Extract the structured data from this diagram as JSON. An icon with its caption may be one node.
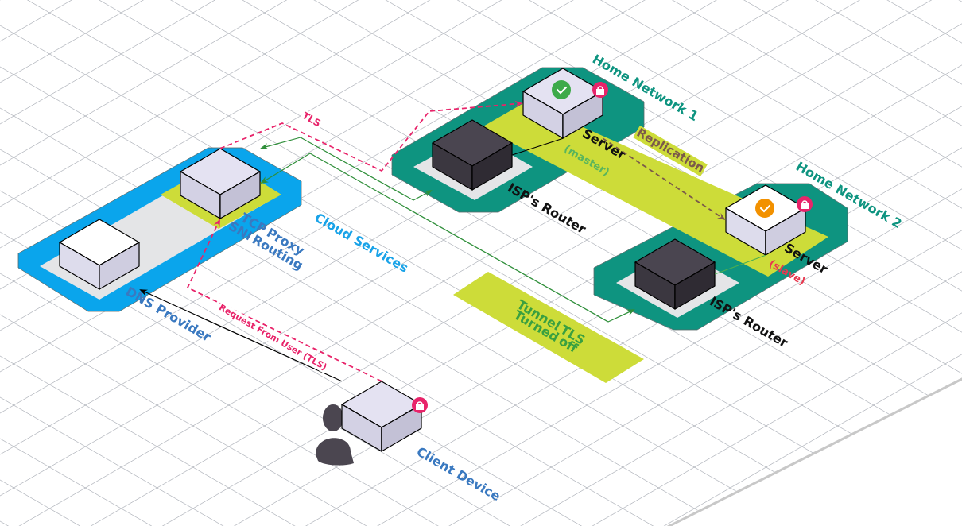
{
  "diagram": {
    "nodes": [
      {
        "text": [
          "Cloud Services"
        ]
      },
      {
        "text": [
          "TCP Proxy SNI Routing"
        ],
        "in": 0
      },
      {
        "text": [
          "DNS Provider"
        ],
        "in": 0
      },
      {
        "text": [
          "Home Network 1"
        ]
      },
      {
        "text": [
          "ISP's Router"
        ],
        "in": 3
      },
      {
        "text": [
          "Server",
          "(master)"
        ],
        "in": 3
      },
      {
        "text": [
          "Home Network 2"
        ]
      },
      {
        "text": [
          "ISP's Router"
        ],
        "in": 6
      },
      {
        "text": [
          "Server",
          "(slave)"
        ],
        "in": 6
      },
      {
        "text": [
          "Client Device"
        ]
      },
      {
        "text": [
          "Tunnel TLS Turned off"
        ]
      }
    ],
    "edges": [
      {
        "from": 9,
        "to": 2,
        "arrow": "to"
      },
      {
        "from": 9,
        "to": 1,
        "arrow": "to",
        "label": "Request From User (TLS)",
        "style": "dashed",
        "color": "#e8246a"
      },
      {
        "from": 1,
        "to": 5,
        "arrow": "to",
        "label": "TLS",
        "style": "dashed",
        "color": "#e8246a"
      },
      {
        "from": 4,
        "to": 1,
        "arrow": "both",
        "color": "#2f8f3a"
      },
      {
        "from": 7,
        "to": 1,
        "arrow": "both",
        "color": "#2f8f3a"
      },
      {
        "from": 4,
        "to": 5,
        "arrow": "none"
      },
      {
        "from": 7,
        "to": 8,
        "arrow": "none",
        "color": "#4caf50"
      },
      {
        "from": 5,
        "to": 8,
        "arrow": "to",
        "label": "Replication",
        "style": "dashed",
        "color": "#7b5a4a"
      }
    ]
  }
}
